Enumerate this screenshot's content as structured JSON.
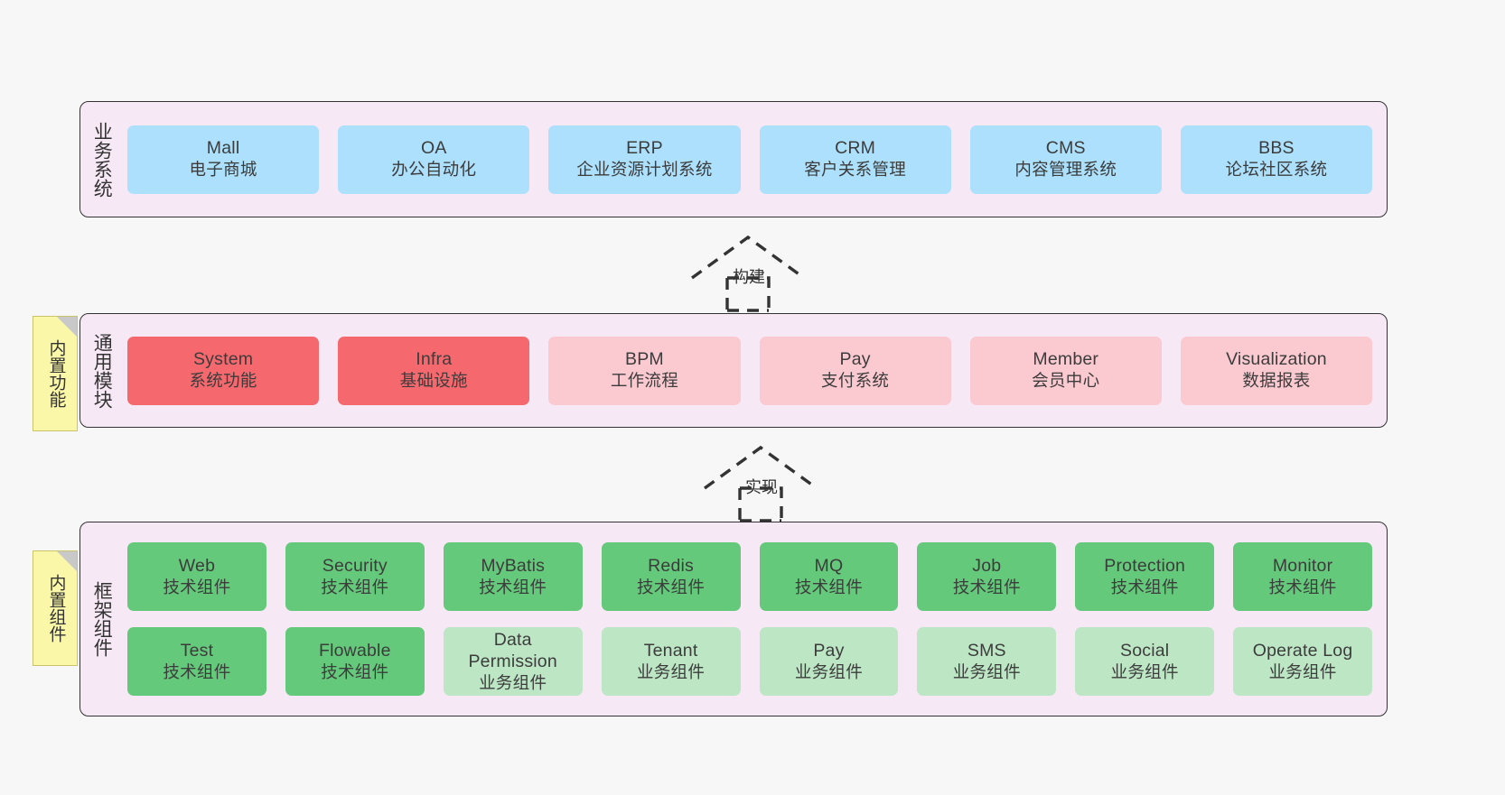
{
  "diagram": {
    "background_color": "#f7f7f7",
    "panel_color": "#f6e9f5",
    "border_color": "#333333",
    "colors": {
      "blue": "#ace0fc",
      "red": "#f5696e",
      "pink_light": "#fbc9d0",
      "green": "#65c97b",
      "green_light": "#bde6c5",
      "note_yellow": "#fbf7a8"
    }
  },
  "layers": [
    {
      "id": "business-system",
      "title": "业务系统",
      "rows": [
        {
          "nodes": [
            {
              "en": "Mall",
              "cn": "电子商城",
              "color": "blue"
            },
            {
              "en": "OA",
              "cn": "办公自动化",
              "color": "blue"
            },
            {
              "en": "ERP",
              "cn": "企业资源计划系统",
              "color": "blue"
            },
            {
              "en": "CRM",
              "cn": "客户关系管理",
              "color": "blue"
            },
            {
              "en": "CMS",
              "cn": "内容管理系统",
              "color": "blue"
            },
            {
              "en": "BBS",
              "cn": "论坛社区系统",
              "color": "blue"
            }
          ]
        }
      ]
    },
    {
      "id": "common-module",
      "title": "通用模块",
      "note": "内置功能",
      "rows": [
        {
          "nodes": [
            {
              "en": "System",
              "cn": "系统功能",
              "color": "red"
            },
            {
              "en": "Infra",
              "cn": "基础设施",
              "color": "red"
            },
            {
              "en": "BPM",
              "cn": "工作流程",
              "color": "pinklight"
            },
            {
              "en": "Pay",
              "cn": "支付系统",
              "color": "pinklight"
            },
            {
              "en": "Member",
              "cn": "会员中心",
              "color": "pinklight"
            },
            {
              "en": "Visualization",
              "cn": "数据报表",
              "color": "pinklight"
            }
          ]
        }
      ]
    },
    {
      "id": "framework-component",
      "title": "框架组件",
      "note": "内置组件",
      "rows": [
        {
          "nodes": [
            {
              "en": "Web",
              "cn": "技术组件",
              "color": "green"
            },
            {
              "en": "Security",
              "cn": "技术组件",
              "color": "green"
            },
            {
              "en": "MyBatis",
              "cn": "技术组件",
              "color": "green"
            },
            {
              "en": "Redis",
              "cn": "技术组件",
              "color": "green"
            },
            {
              "en": "MQ",
              "cn": "技术组件",
              "color": "green"
            },
            {
              "en": "Job",
              "cn": "技术组件",
              "color": "green"
            },
            {
              "en": "Protection",
              "cn": "技术组件",
              "color": "green"
            },
            {
              "en": "Monitor",
              "cn": "技术组件",
              "color": "green"
            }
          ]
        },
        {
          "nodes": [
            {
              "en": "Test",
              "cn": "技术组件",
              "color": "green"
            },
            {
              "en": "Flowable",
              "cn": "技术组件",
              "color": "green"
            },
            {
              "en": "Data Permission",
              "cn": "业务组件",
              "color": "greenlight"
            },
            {
              "en": "Tenant",
              "cn": "业务组件",
              "color": "greenlight"
            },
            {
              "en": "Pay",
              "cn": "业务组件",
              "color": "greenlight"
            },
            {
              "en": "SMS",
              "cn": "业务组件",
              "color": "greenlight"
            },
            {
              "en": "Social",
              "cn": "业务组件",
              "color": "greenlight"
            },
            {
              "en": "Operate Log",
              "cn": "业务组件",
              "color": "greenlight"
            }
          ]
        }
      ]
    }
  ],
  "arrows": [
    {
      "id": "arrow-build",
      "label": "构建"
    },
    {
      "id": "arrow-implement",
      "label": "实现"
    }
  ]
}
